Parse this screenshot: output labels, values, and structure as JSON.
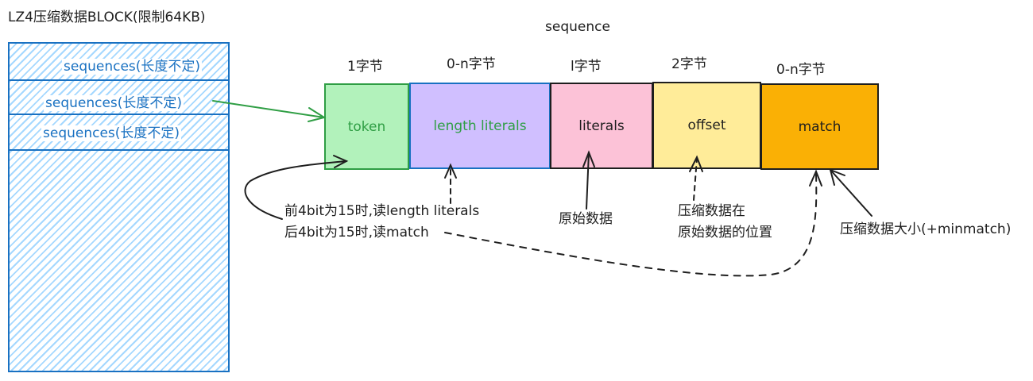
{
  "block": {
    "title": "LZ4压缩数据BLOCK(限制64KB)",
    "rows": [
      "sequences(长度不定)",
      "sequences(长度不定)",
      "sequences(长度不定)"
    ]
  },
  "sequence": {
    "title": "sequence",
    "fields": [
      {
        "label": "token",
        "size": "1字节",
        "fill": "#b2f2bb",
        "stroke": "#2f9e44",
        "text_color": "#2f9e44"
      },
      {
        "label": "length literals",
        "size": "0-n字节",
        "fill": "#d0bfff",
        "stroke": "#1971c2",
        "text_color": "#2f9e44"
      },
      {
        "label": "literals",
        "size": "l字节",
        "fill": "#fcc2d7",
        "stroke": "#1e1e1e",
        "text_color": "#1e1e1e"
      },
      {
        "label": "offset",
        "size": "2字节",
        "fill": "#ffec99",
        "stroke": "#1e1e1e",
        "text_color": "#1e1e1e"
      },
      {
        "label": "match",
        "size": "0-n字节",
        "fill": "#fab005",
        "stroke": "#1e1e1e",
        "text_color": "#1e1e1e"
      }
    ]
  },
  "annotations": {
    "token_line1": "前4bit为15时,读length literals",
    "token_line2": "后4bit为15时,读match",
    "literals": "原始数据",
    "offset_line1": "压缩数据在",
    "offset_line2": "原始数据的位置",
    "match": "压缩数据大小(+minmatch)"
  }
}
